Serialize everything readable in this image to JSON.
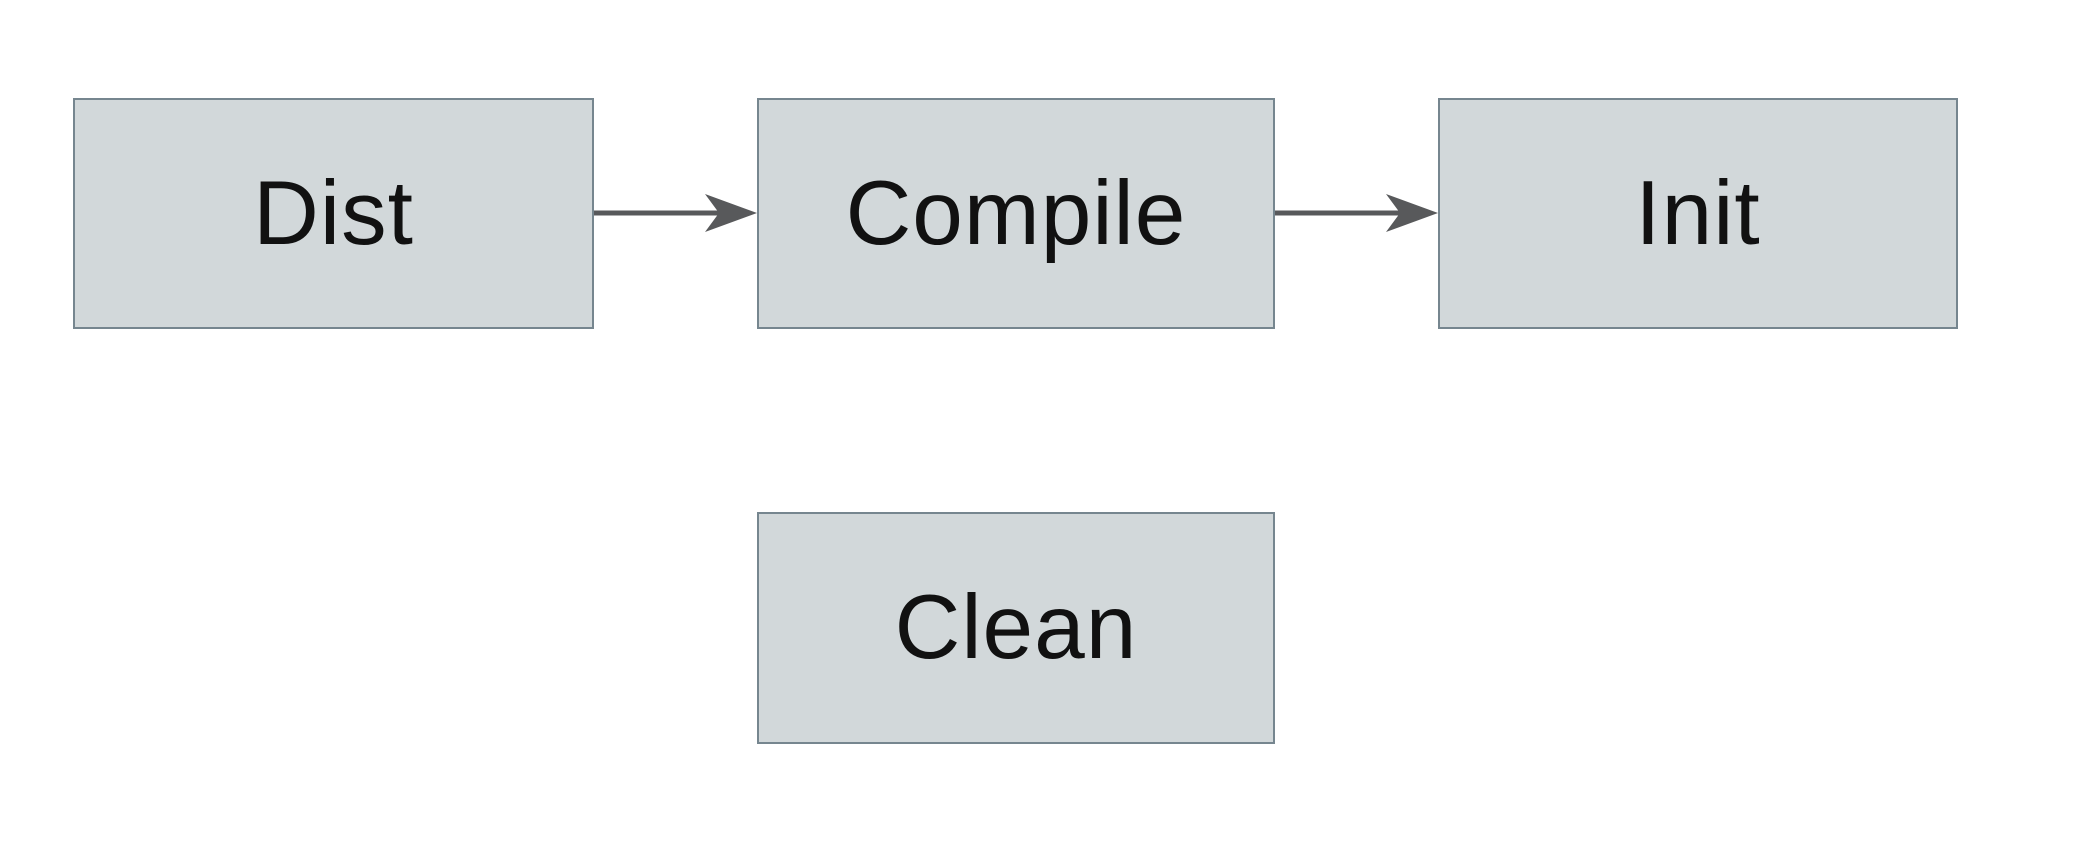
{
  "diagram": {
    "title": "build-targets-flowchart",
    "colors": {
      "background": "#ffffff",
      "node_fill": "#d2d8da",
      "node_border": "#76868f",
      "arrow": "#58595b",
      "text": "#111111"
    },
    "nodes": [
      {
        "id": "dist",
        "label": "Dist"
      },
      {
        "id": "compile",
        "label": "Compile"
      },
      {
        "id": "init",
        "label": "Init"
      },
      {
        "id": "clean",
        "label": "Clean"
      }
    ],
    "edges": [
      {
        "from": "dist",
        "to": "compile",
        "style": "arrow-right"
      },
      {
        "from": "compile",
        "to": "init",
        "style": "arrow-right"
      }
    ]
  }
}
